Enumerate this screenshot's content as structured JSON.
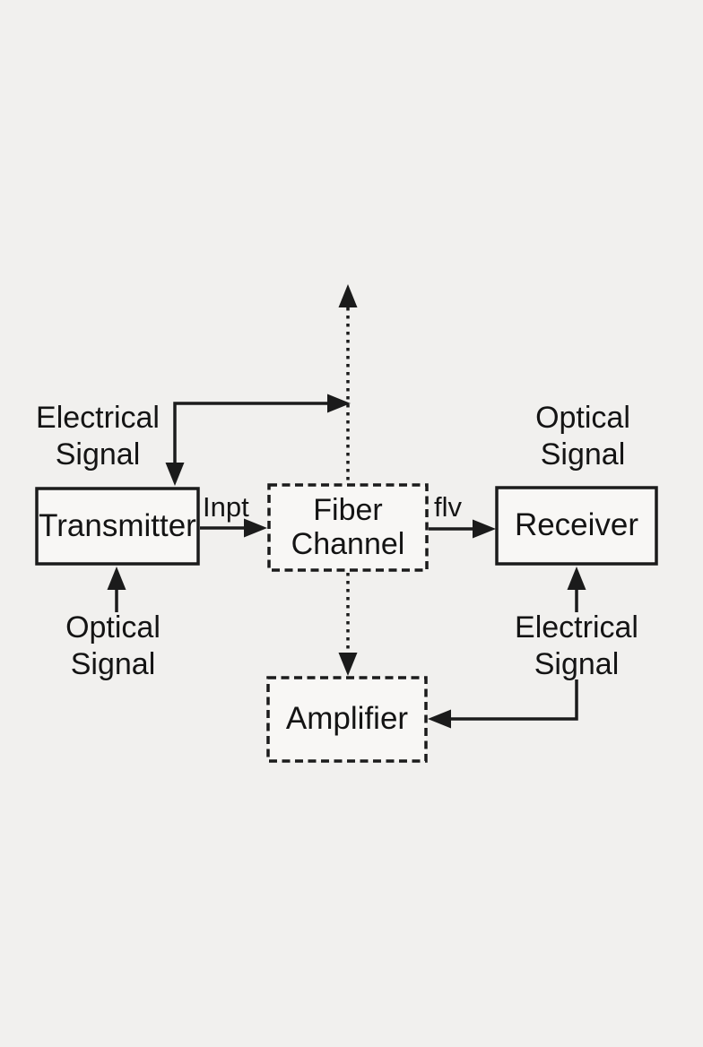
{
  "canvas": {
    "background": "#f1f0ee",
    "ink": "#1b1b1b",
    "box_fill": "#f8f7f5"
  },
  "nodes": [
    {
      "id": "transmitter",
      "label": "Transmitter",
      "border": "solid"
    },
    {
      "id": "fiber-channel",
      "label": "Fiber\nChannel",
      "border": "dashed"
    },
    {
      "id": "receiver",
      "label": "Receiver",
      "border": "solid"
    },
    {
      "id": "amplifier",
      "label": "Amplifier",
      "border": "dashed"
    }
  ],
  "edge_labels": {
    "transmitter_to_fiber": "Inpt",
    "fiber_to_receiver": "flv"
  },
  "signal_labels": {
    "electrical_in": "Electrical\nSignal",
    "optical_in": "Optical\nSignal",
    "optical_out": "Optical\nSignal",
    "electrical_out": "Electrical\nSignal"
  },
  "edges": [
    {
      "from": "electrical-signal-in",
      "to": "transmitter",
      "style": "solid-elbow-two-arrowheads"
    },
    {
      "from": "optical-signal-in",
      "to": "transmitter",
      "style": "solid-up-arrow"
    },
    {
      "from": "transmitter",
      "to": "fiber-channel",
      "style": "solid-right-arrow",
      "label": "Inpt"
    },
    {
      "from": "fiber-channel",
      "to": "receiver",
      "style": "solid-right-arrow",
      "label": "flv"
    },
    {
      "from": "fiber-channel",
      "to": "up-off-axis",
      "style": "dotted-up-arrow"
    },
    {
      "from": "fiber-channel",
      "to": "amplifier",
      "style": "dotted-down-arrow"
    },
    {
      "from": "electrical-signal-out",
      "to": "receiver",
      "style": "solid-up-arrow"
    },
    {
      "from": "electrical-signal-out",
      "to": "amplifier",
      "style": "solid-elbow-left-arrow"
    }
  ]
}
